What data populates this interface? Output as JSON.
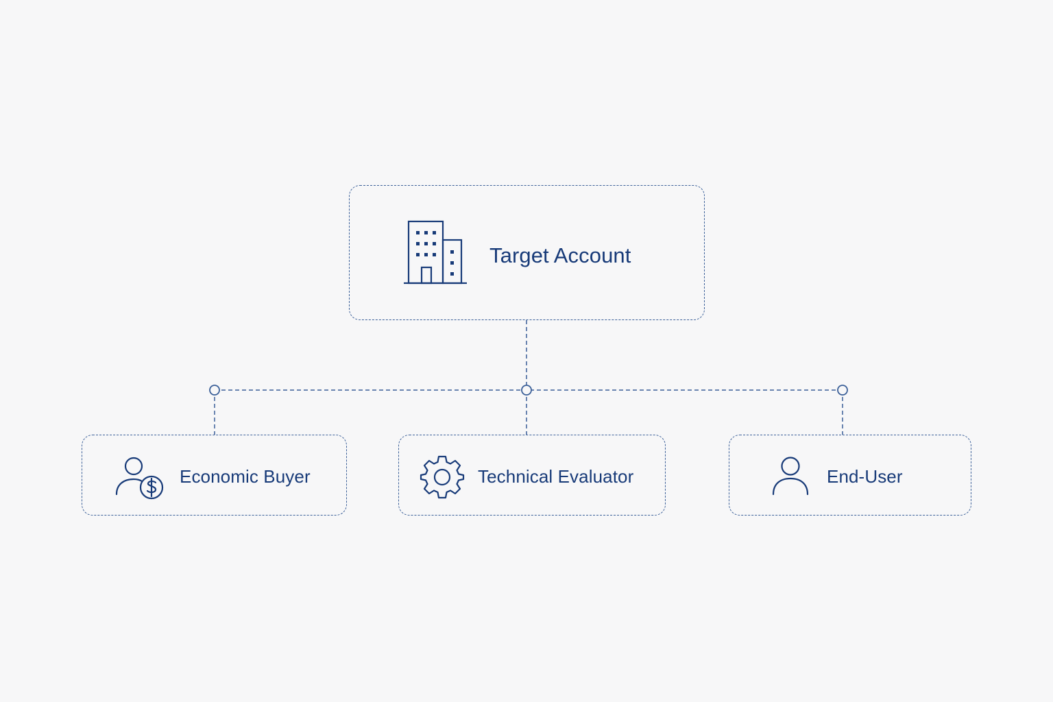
{
  "diagram": {
    "root": {
      "label": "Target Account",
      "icon": "building-icon"
    },
    "children": [
      {
        "label": "Economic Buyer",
        "icon": "person-dollar-icon"
      },
      {
        "label": "Technical Evaluator",
        "icon": "gear-icon"
      },
      {
        "label": "End-User",
        "icon": "user-icon"
      }
    ],
    "colors": {
      "stroke": "#3a5f98",
      "text": "#173a78",
      "background": "#f7f7f8"
    }
  }
}
